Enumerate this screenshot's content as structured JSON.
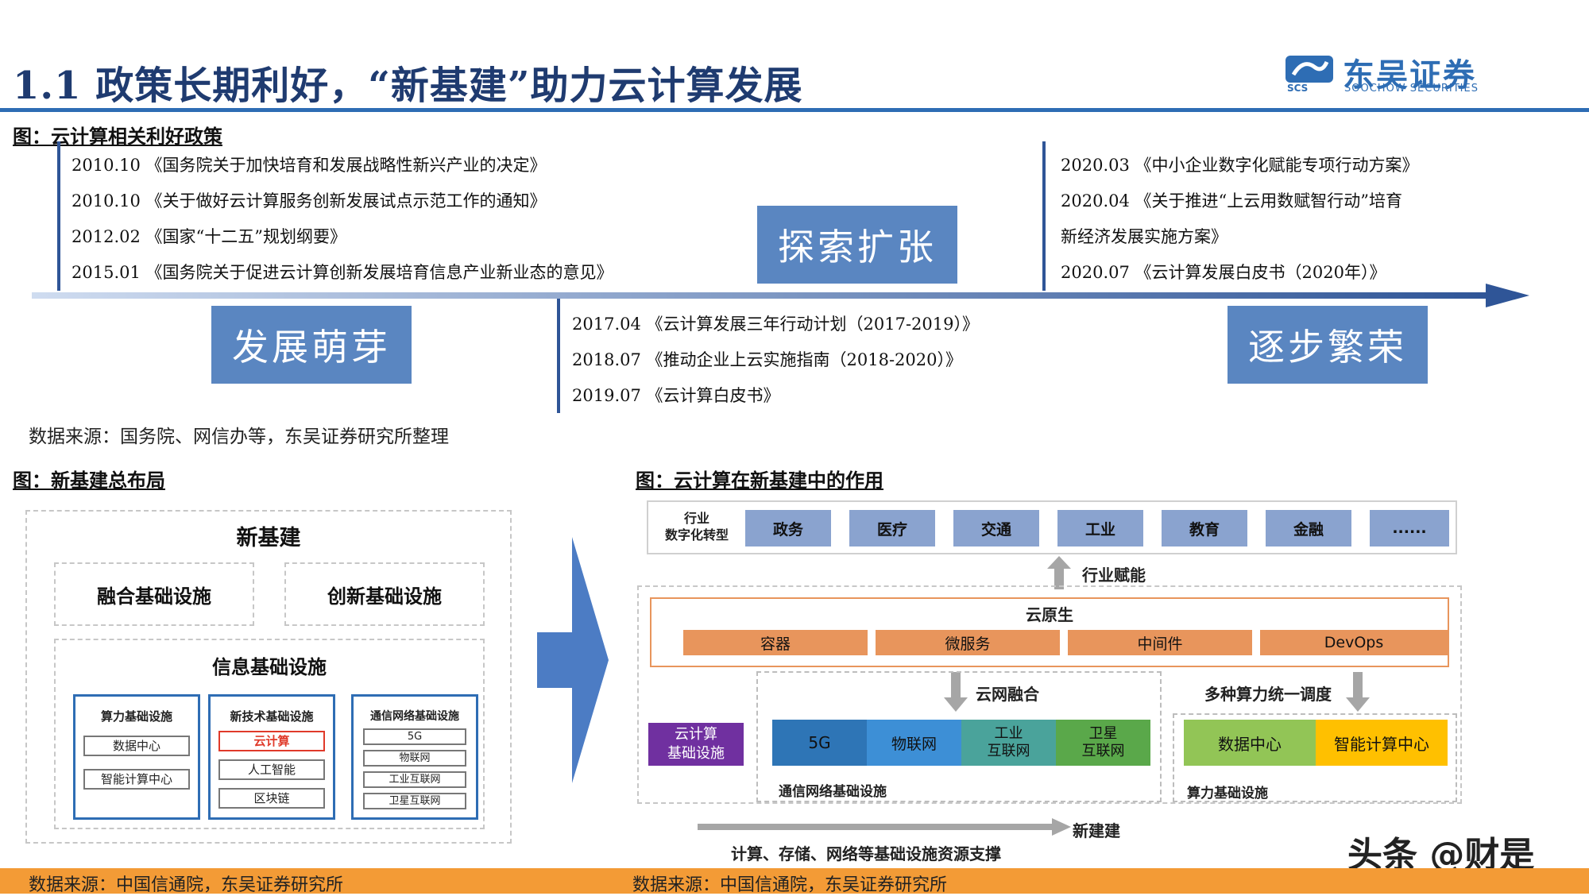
{
  "header": {
    "title": "1.1 政策长期利好，“新基建”助力云计算发展",
    "logo_main": "东吴证券",
    "logo_sub": "SOOCHOW SECURITIES",
    "logo_mark": "SCS"
  },
  "fig1": {
    "caption": "图：云计算相关利好政策",
    "stages": [
      "发展萌芽",
      "探索扩张",
      "逐步繁荣"
    ],
    "group1": [
      "2010.10 《国务院关于加快培育和发展战略性新兴产业的决定》",
      "2010.10 《关于做好云计算服务创新发展试点示范工作的通知》",
      "2012.02 《国家“十二五”规划纲要》",
      "2015.01 《国务院关于促进云计算创新发展培育信息产业新业态的意见》"
    ],
    "group2": [
      "2017.04 《云计算发展三年行动计划（2017-2019）》",
      "2018.07 《推动企业上云实施指南（2018-2020）》",
      "2019.07 《云计算白皮书》"
    ],
    "group3": [
      "2020.03 《中小企业数字化赋能专项行动方案》",
      "2020.04 《关于推进“上云用数赋智行动”培育",
      "新经济发展实施方案》",
      "2020.07 《云计算发展白皮书（2020年）》"
    ],
    "source": "数据来源：国务院、网信办等，东吴证券研究所整理"
  },
  "fig2": {
    "caption": "图：新基建总布局",
    "top": "新基建",
    "fusion": "融合基础设施",
    "innovation": "创新基础设施",
    "info": "信息基础设施",
    "computing": {
      "title": "算力基础设施",
      "items": [
        "数据中心",
        "智能计算中心"
      ]
    },
    "newtech": {
      "title": "新技术基础设施",
      "items": [
        "云计算",
        "人工智能",
        "区块链"
      ]
    },
    "network": {
      "title": "通信网络基础设施",
      "items": [
        "5G",
        "物联网",
        "工业互联网",
        "卫星互联网"
      ]
    },
    "source": "数据来源：中国信通院，东吴证券研究所"
  },
  "fig3": {
    "caption": "图：云计算在新基建中的作用",
    "industry_label": "行业\n数字化转型",
    "industries": [
      "政务",
      "医疗",
      "交通",
      "工业",
      "教育",
      "金融",
      "......"
    ],
    "empower": "行业赋能",
    "cloud_native": "云原生",
    "cn_items": [
      "容器",
      "微服务",
      "中间件",
      "DevOps"
    ],
    "cloud_net": "云网融合",
    "multi": "多种算力统一调度",
    "cloud_infra": "云计算\n基础设施",
    "net_items": [
      "5G",
      "物联网",
      "工业\n互联网",
      "卫星\n互联网"
    ],
    "net_label": "通信网络基础设施",
    "comp_items": [
      "数据中心",
      "智能计算中心"
    ],
    "comp_label": "算力基础设施",
    "newinfra": "新建建",
    "support": "计算、存储、网络等基础设施资源支撑",
    "source": "数据来源：中国信通院，东吴证券研究所"
  },
  "watermark": "头条 @财是",
  "colors": {
    "brand": "#2e6db4",
    "stage": "#5a86c1",
    "industry": "#8aa3cf",
    "orange": "#e8955c",
    "purple": "#7030a0",
    "bottom": "#f39b36"
  }
}
